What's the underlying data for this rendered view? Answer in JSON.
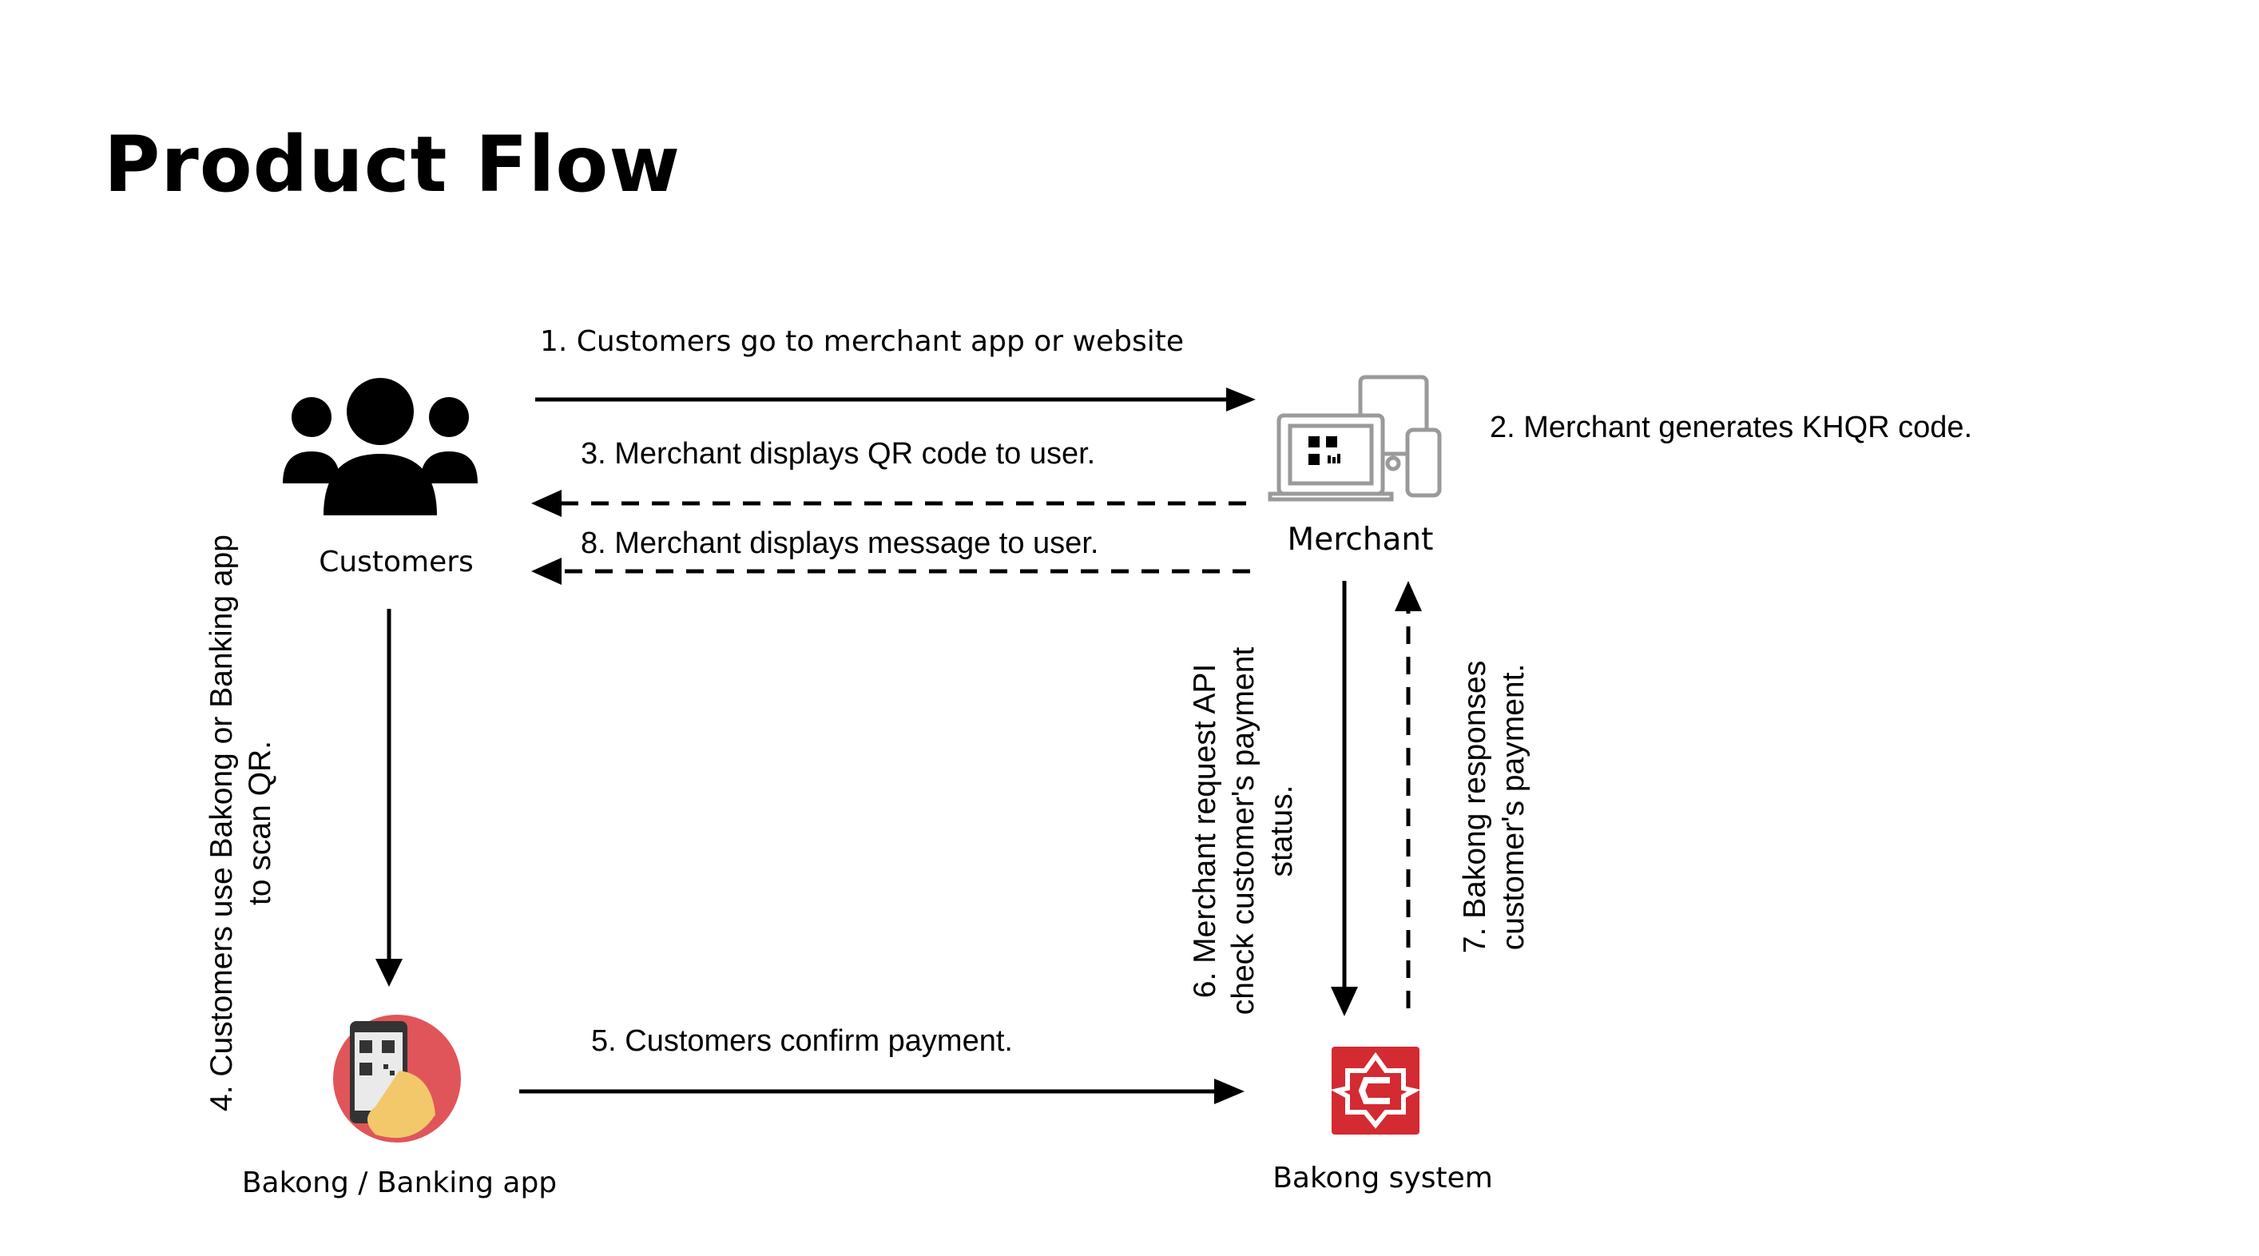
{
  "title": "Product Flow",
  "nodes": {
    "customers": "Customers",
    "merchant": "Merchant",
    "app": "Bakong / Banking app",
    "bakong": "Bakong system"
  },
  "steps": {
    "s1": "1. Customers go to merchant app or website",
    "s2": "2. Merchant generates KHQR code.",
    "s3": "3. Merchant displays QR code to user.",
    "s4": [
      "4. Customers use Bakong or Banking app",
      "to scan QR."
    ],
    "s5": "5. Customers confirm payment.",
    "s6": [
      "6. Merchant request API",
      "check customer's payment",
      "status."
    ],
    "s7": [
      "7. Bakong responses",
      "customer's payment."
    ],
    "s8": "8. Merchant displays message to user."
  },
  "colors": {
    "bakong_red": "#d42a32",
    "app_circle": "#e0555a",
    "device_gray": "#9a9a9a"
  },
  "icons": [
    "customers-group-icon",
    "merchant-devices-icon",
    "mobile-qr-scan-icon",
    "bakong-logo-icon"
  ]
}
